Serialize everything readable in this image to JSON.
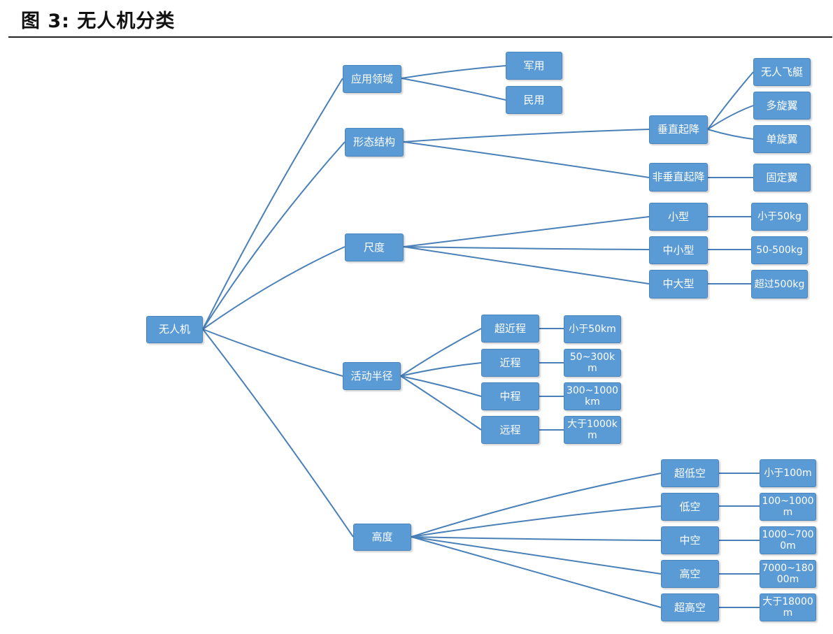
{
  "figure": {
    "label": "图 3:",
    "title": "无人机分类"
  },
  "colors": {
    "node_fill": "#5b9bd5",
    "edge": "#4a80b8"
  },
  "nodes": {
    "root": "无人机",
    "application": "应用领域",
    "military": "军用",
    "civil": "民用",
    "structure": "形态结构",
    "vtol": "垂直起降",
    "non_vtol": "非垂直起降",
    "airship": "无人飞艇",
    "multirotor": "多旋翼",
    "single_rotor": "单旋翼",
    "fixed_wing": "固定翼",
    "scale": "尺度",
    "small": "小型",
    "medium_small": "中小型",
    "medium_large": "中大型",
    "small_weight": "小于50kg",
    "medium_small_weight": "50-500kg",
    "medium_large_weight": "超过500kg",
    "radius": "活动半径",
    "ultra_short": "超近程",
    "short": "近程",
    "medium": "中程",
    "long": "远程",
    "ultra_short_range": "小于50km",
    "short_range": "50~300km",
    "medium_range": "300~1000km",
    "long_range": "大于1000km",
    "altitude": "高度",
    "ultra_low": "超低空",
    "low": "低空",
    "mid": "中空",
    "high": "高空",
    "ultra_high": "超高空",
    "ultra_low_alt": "小于100m",
    "low_alt": "100~1000m",
    "mid_alt": "1000~7000m",
    "high_alt": "7000~18000m",
    "ultra_high_alt": "大于18000m"
  }
}
